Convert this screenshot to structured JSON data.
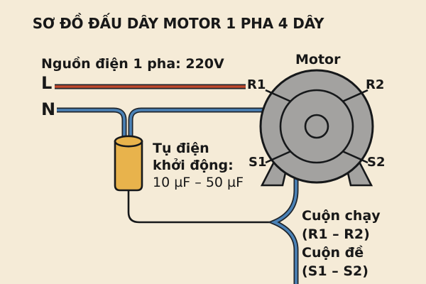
{
  "title": "SƠ ĐỒ ĐẤU DÂY MOTOR 1 PHA 4 DÂY",
  "source": {
    "label": "Nguồn điện 1 pha: 220V",
    "live_label": "L",
    "neutral_label": "N"
  },
  "capacitor": {
    "name_line1": "Tụ điện",
    "name_line2": "khởi động:",
    "value": "10 µF – 50 µF"
  },
  "motor": {
    "label": "Motor",
    "terminal_r1": "R1",
    "terminal_r2": "R2",
    "terminal_s1": "S1",
    "terminal_s2": "S2"
  },
  "windings": {
    "run_name": "Cuộn chạy",
    "run_terminals": "(R1 – R2)",
    "start_name": "Cuộn đề",
    "start_terminals": "(S1 – S2)"
  },
  "colors": {
    "background": "#f5ebd7",
    "live_wire": "#c0492c",
    "neutral_wire": "#4b82b7",
    "wire_casing": "#1e242b",
    "black_wire": "#16181a",
    "capacitor_fill": "#e8b34c",
    "motor_fill": "#a3a2a0",
    "text": "#181818"
  }
}
